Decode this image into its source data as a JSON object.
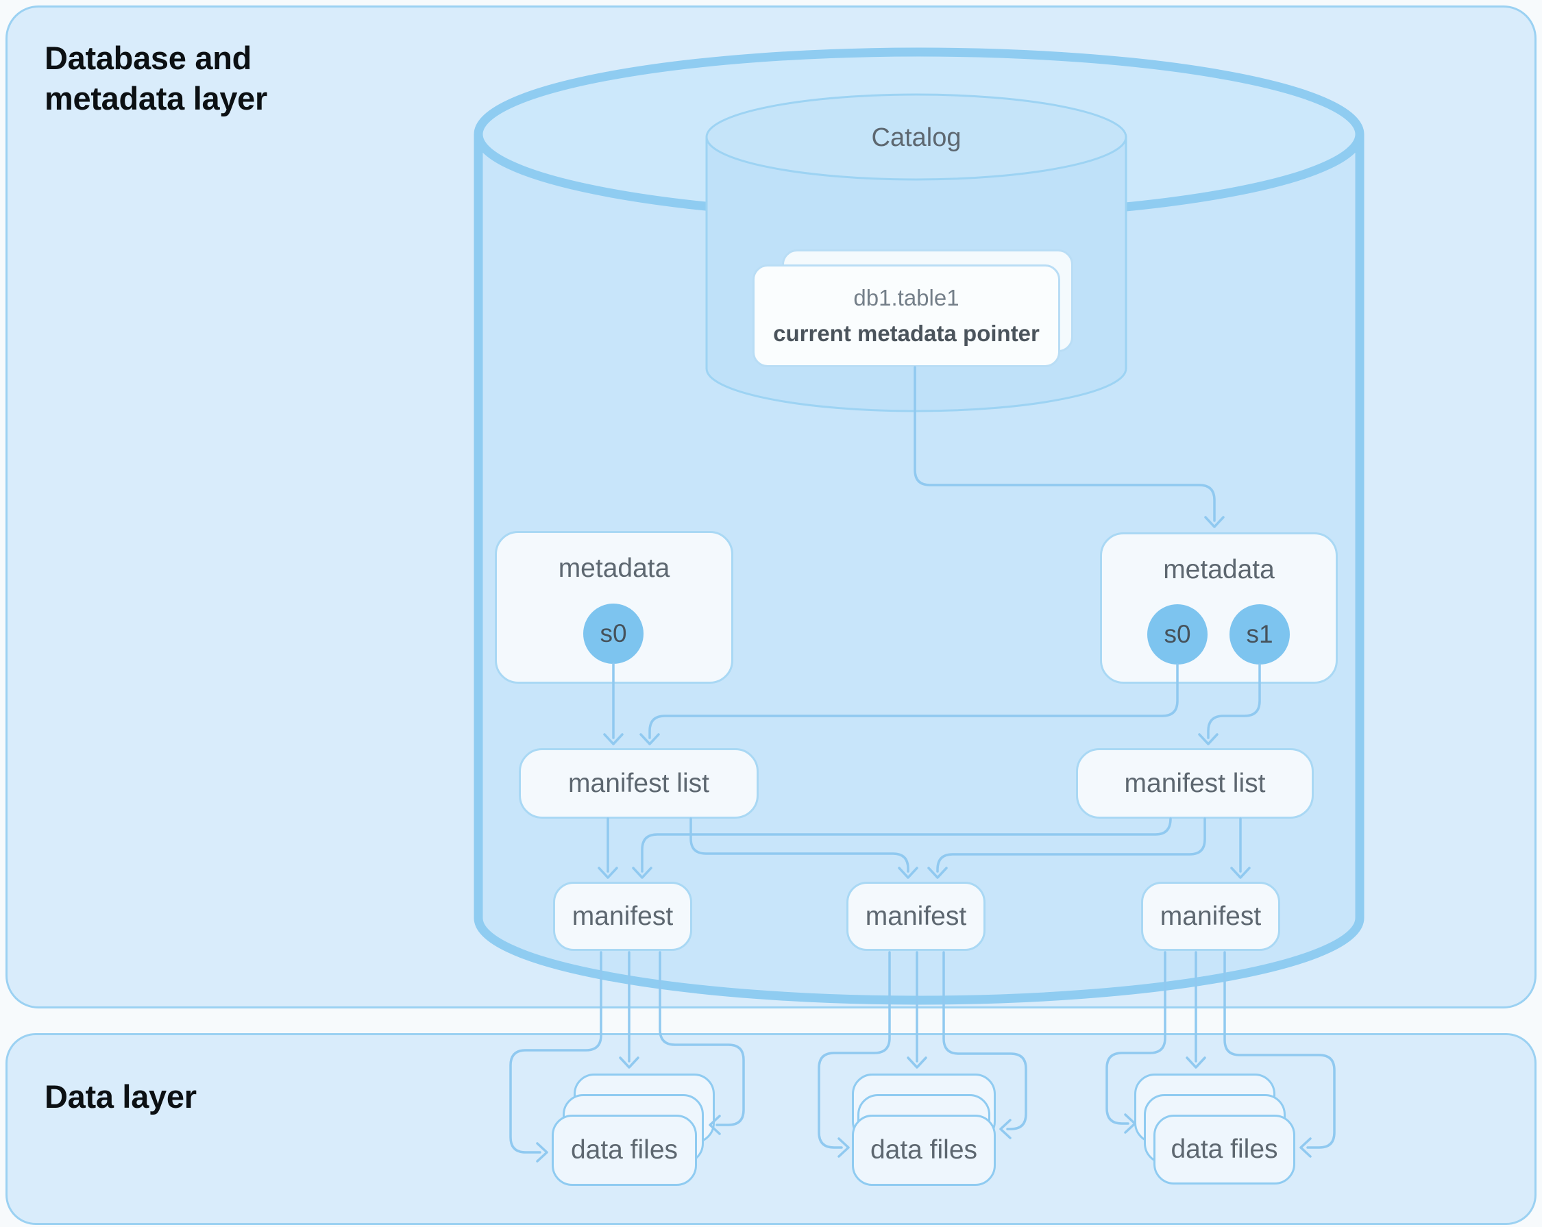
{
  "layers": {
    "metadata": {
      "title": "Database and\nmetadata layer"
    },
    "data": {
      "title": "Data layer"
    }
  },
  "catalog": {
    "label": "Catalog",
    "pointer_card": {
      "table": "db1.table1",
      "caption": "current metadata pointer"
    }
  },
  "metadata_files": [
    {
      "label": "metadata",
      "snapshots": [
        "s0"
      ]
    },
    {
      "label": "metadata",
      "snapshots": [
        "s0",
        "s1"
      ]
    }
  ],
  "manifest_lists": [
    {
      "label": "manifest list"
    },
    {
      "label": "manifest list"
    }
  ],
  "manifests": [
    {
      "label": "manifest"
    },
    {
      "label": "manifest"
    },
    {
      "label": "manifest"
    }
  ],
  "data_file_stacks": [
    {
      "label": "data files"
    },
    {
      "label": "data files"
    },
    {
      "label": "data files"
    }
  ],
  "colors": {
    "layer_card_fill": "#d9ecfb",
    "layer_card_border": "#9bd1f2",
    "cylinder_fill": "#c8e5fa",
    "cylinder_stroke": "#8fccf1",
    "catalog_cylinder_fill": "#bfe1f9",
    "catalog_cylinder_stroke": "#9dd3f3",
    "node_fill": "#f4f9fd",
    "node_border": "#a9d8f4",
    "data_files_border": "#8fcbf1",
    "connector": "#90c9f0",
    "snapshot_circle_fill": "#7dc4ef",
    "title_text": "#0c1013",
    "label_text": "#5d6770"
  }
}
